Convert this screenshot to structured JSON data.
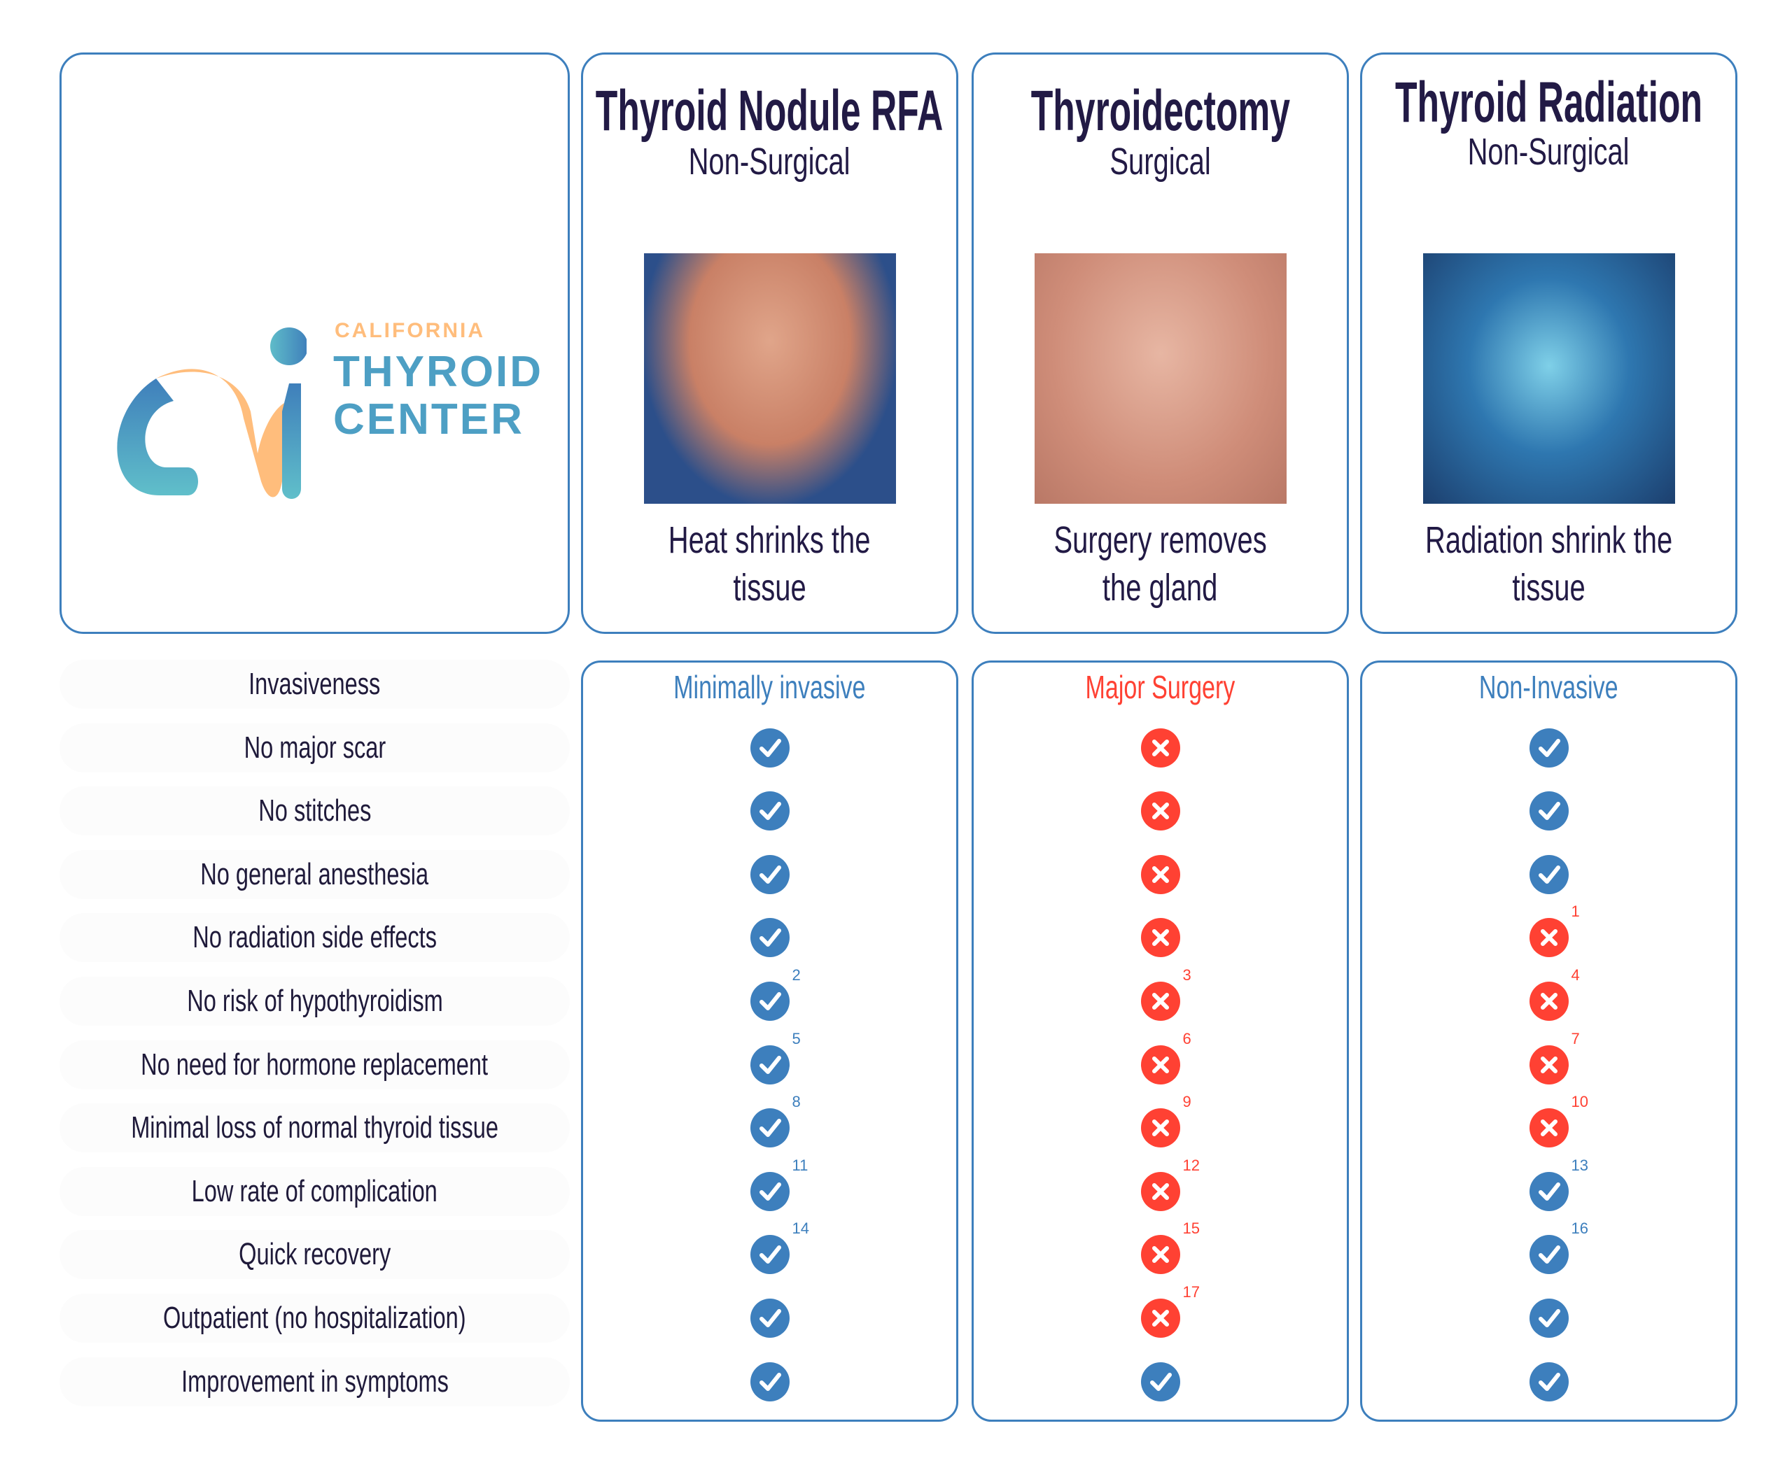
{
  "logo": {
    "line1": "CALIFORNIA",
    "line2": "THYROID",
    "line3": "CENTER"
  },
  "colors": {
    "blue": "#3d7fbd",
    "red": "#ff4133",
    "navy": "#221a45",
    "orange": "#ffbd7c",
    "teal": "#5fbcc9"
  },
  "columns": [
    {
      "title": "Thyroid Nodule RFA",
      "subtitle": "Non-Surgical",
      "caption1": "Heat shrinks the",
      "caption2": "tissue",
      "invasiveness": "Minimally invasive",
      "inv_color": "#3d7fbd"
    },
    {
      "title": "Thyroidectomy",
      "subtitle": "Surgical",
      "caption1": "Surgery removes",
      "caption2": "the gland",
      "invasiveness": "Major Surgery",
      "inv_color": "#ff4133"
    },
    {
      "title": "Thyroid Radiation",
      "subtitle": "Non-Surgical",
      "caption1": "Radiation shrink the",
      "caption2": "tissue",
      "invasiveness": "Non-Invasive",
      "inv_color": "#3d7fbd"
    }
  ],
  "invasiveness_label": "Invasiveness",
  "rows": [
    {
      "label": "No major scar",
      "cells": [
        {
          "mark": "check",
          "note": ""
        },
        {
          "mark": "cross",
          "note": ""
        },
        {
          "mark": "check",
          "note": ""
        }
      ]
    },
    {
      "label": "No stitches",
      "cells": [
        {
          "mark": "check",
          "note": ""
        },
        {
          "mark": "cross",
          "note": ""
        },
        {
          "mark": "check",
          "note": ""
        }
      ]
    },
    {
      "label": "No general anesthesia",
      "cells": [
        {
          "mark": "check",
          "note": ""
        },
        {
          "mark": "cross",
          "note": ""
        },
        {
          "mark": "check",
          "note": ""
        }
      ]
    },
    {
      "label": "No radiation side effects",
      "cells": [
        {
          "mark": "check",
          "note": ""
        },
        {
          "mark": "cross",
          "note": ""
        },
        {
          "mark": "cross",
          "note": "1"
        }
      ]
    },
    {
      "label": "No risk of hypothyroidism",
      "cells": [
        {
          "mark": "check",
          "note": "2"
        },
        {
          "mark": "cross",
          "note": "3"
        },
        {
          "mark": "cross",
          "note": "4"
        }
      ]
    },
    {
      "label": "No need for hormone replacement",
      "cells": [
        {
          "mark": "check",
          "note": "5"
        },
        {
          "mark": "cross",
          "note": "6"
        },
        {
          "mark": "cross",
          "note": "7"
        }
      ]
    },
    {
      "label": "Minimal loss of normal thyroid tissue",
      "cells": [
        {
          "mark": "check",
          "note": "8"
        },
        {
          "mark": "cross",
          "note": "9"
        },
        {
          "mark": "cross",
          "note": "10"
        }
      ]
    },
    {
      "label": "Low rate of complication",
      "cells": [
        {
          "mark": "check",
          "note": "11"
        },
        {
          "mark": "cross",
          "note": "12"
        },
        {
          "mark": "check",
          "note": "13"
        }
      ]
    },
    {
      "label": "Quick recovery",
      "cells": [
        {
          "mark": "check",
          "note": "14"
        },
        {
          "mark": "cross",
          "note": "15"
        },
        {
          "mark": "check",
          "note": "16"
        }
      ]
    },
    {
      "label": "Outpatient (no hospitalization)",
      "cells": [
        {
          "mark": "check",
          "note": ""
        },
        {
          "mark": "cross",
          "note": "17"
        },
        {
          "mark": "check",
          "note": ""
        }
      ]
    },
    {
      "label": "Improvement in symptoms",
      "cells": [
        {
          "mark": "check",
          "note": ""
        },
        {
          "mark": "check",
          "note": ""
        },
        {
          "mark": "check",
          "note": ""
        }
      ]
    }
  ]
}
